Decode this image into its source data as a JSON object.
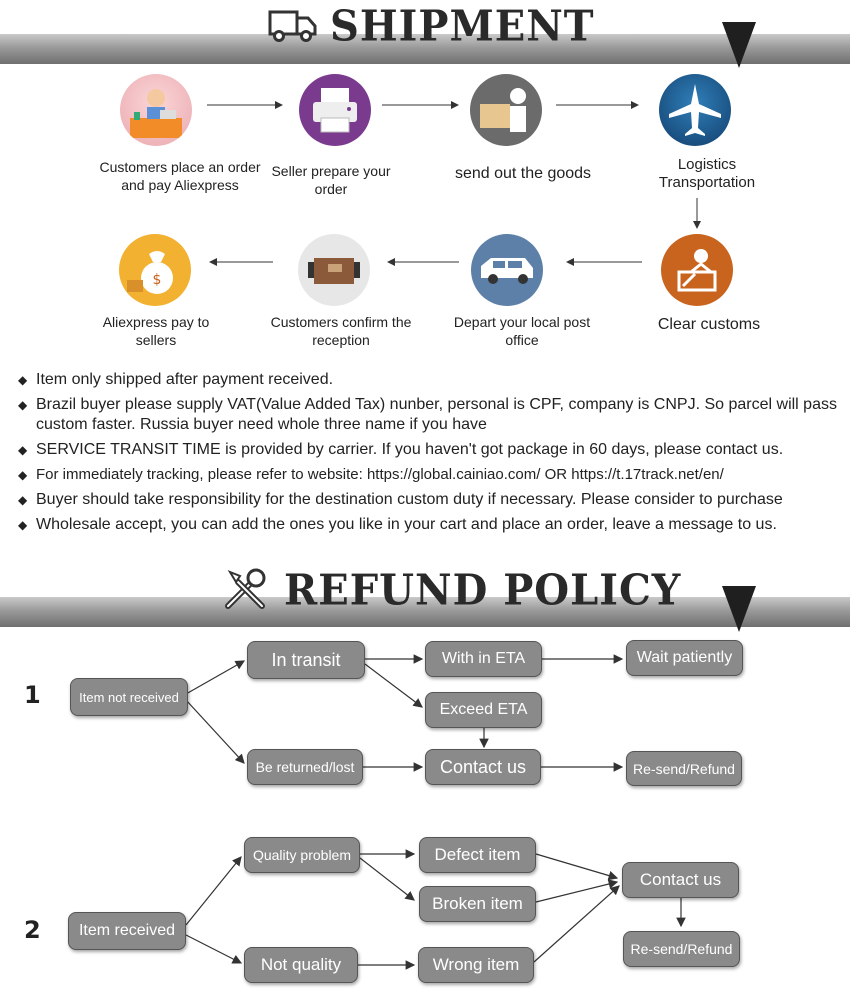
{
  "shipment": {
    "title": "SHIPMENT",
    "steps": [
      {
        "label": "Customers place an order and pay Aliexpress",
        "icon": "cashier-icon"
      },
      {
        "label": "Seller prepare your order",
        "icon": "printer-icon"
      },
      {
        "label": "send out the goods",
        "icon": "courier-icon"
      },
      {
        "label": "Logistics Transportation",
        "icon": "airplane-icon"
      },
      {
        "label": "Clear customs",
        "icon": "customs-officer-icon"
      },
      {
        "label": "Depart your local post office",
        "icon": "van-icon"
      },
      {
        "label": "Customers confirm the reception",
        "icon": "parcel-icon"
      },
      {
        "label": "Aliexpress pay to sellers",
        "icon": "money-bag-icon"
      }
    ],
    "notes": [
      "Item only shipped after payment received.",
      "Brazil buyer please supply VAT(Value Added Tax) nunber, personal is CPF, company is CNPJ. So parcel will pass custom faster. Russia buyer need whole three name if you have",
      "SERVICE TRANSIT TIME is provided by carrier. If you haven't got package in 60 days, please contact us.",
      "For immediately tracking, please refer to website: https://global.cainiao.com/  OR  https://t.17track.net/en/",
      "Buyer should take responsibility for the destination custom duty if necessary. Please consider to purchase",
      "Wholesale accept, you can add the ones you like in your cart and place an order, leave a message to us."
    ]
  },
  "refund": {
    "title": "REFUND POLICY",
    "case1": {
      "number": "1",
      "start": "Item not received",
      "in_transit": "In transit",
      "within_eta": "With in ETA",
      "wait": "Wait patiently",
      "exceed_eta": "Exceed ETA",
      "returned": "Be returned/lost",
      "contact": "Contact us",
      "resend": "Re-send/Refund"
    },
    "case2": {
      "number": "2",
      "start": "Item received",
      "quality": "Quality problem",
      "not_quality": "Not quality",
      "defect": "Defect item",
      "broken": "Broken item",
      "wrong": "Wrong item",
      "contact": "Contact us",
      "resend": "Re-send/Refund"
    }
  },
  "colors": {
    "box_fill": "#8a8a8a",
    "arrow": "#333333",
    "banner_text": "#2a2a2a"
  }
}
